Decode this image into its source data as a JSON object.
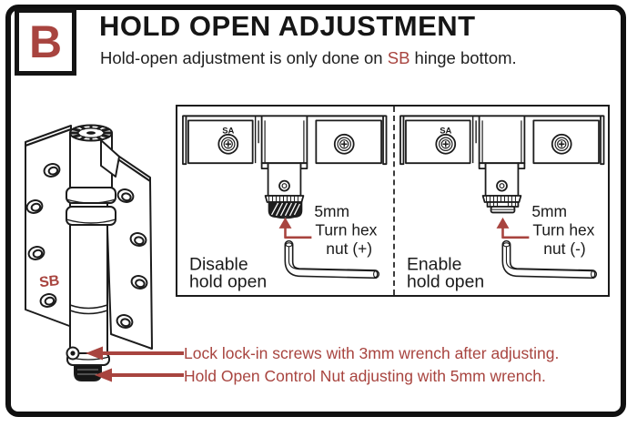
{
  "colors": {
    "accent_red": "#a8443f",
    "line_ink": "#1c1c1c",
    "frame_black": "#101010"
  },
  "header": {
    "badge": "B",
    "title": "HOLD OPEN ADJUSTMENT",
    "subtitle_prefix": "Hold-open adjustment is only done on ",
    "subtitle_model": "SB",
    "subtitle_suffix": " hinge bottom."
  },
  "hinge_diagram": {
    "model_stamp": "SB"
  },
  "panels": [
    {
      "plate_stamp": "SA",
      "wrench_size": "5mm",
      "turn_label_line1": "Turn hex",
      "turn_label_line2": "nut (+)",
      "action_line1": "Disable",
      "action_line2": "hold open"
    },
    {
      "plate_stamp": "SA",
      "wrench_size": "5mm",
      "turn_label_line1": "Turn hex",
      "turn_label_line2": "nut (-)",
      "action_line1": "Enable",
      "action_line2": "hold open"
    }
  ],
  "callouts": [
    {
      "text": "Lock lock-in screws with 3mm wrench after adjusting."
    },
    {
      "text": "Hold Open Control Nut adjusting with 5mm wrench."
    }
  ]
}
